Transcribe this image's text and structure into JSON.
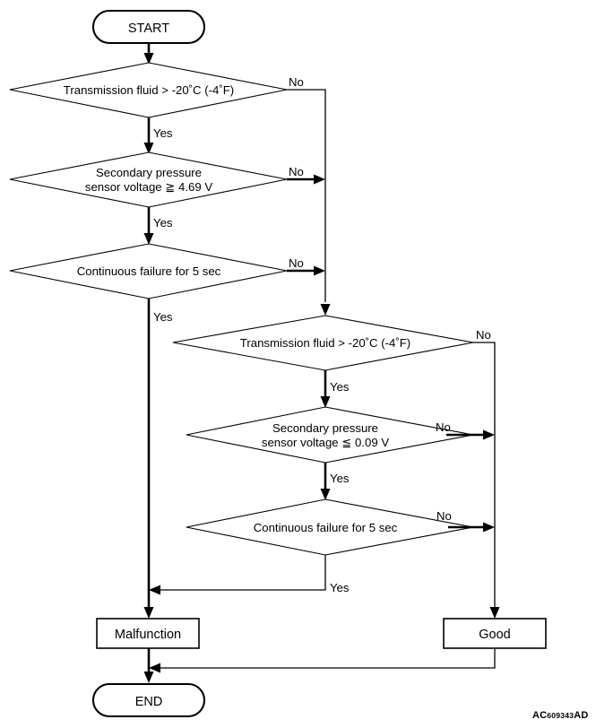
{
  "diagram": {
    "title": "Secondary pressure sensor diagnostic logic flowchart",
    "reference_code_prefix": "AC",
    "reference_code_digits": "609343",
    "reference_code_suffix": "AD",
    "colors": {
      "line": "#000000",
      "background": "#ffffff"
    }
  },
  "nodes": {
    "start": "START",
    "end": "END",
    "malfunction": "Malfunction",
    "good": "Good",
    "d1": "Transmission fluid > -20˚C (-4˚F)",
    "d2_line1": "Secondary pressure",
    "d2_line2": "sensor voltage ≧ 4.69 V",
    "d3": "Continuous failure for 5 sec",
    "d4": "Transmission fluid > -20˚C (-4˚F)",
    "d5_line1": "Secondary pressure",
    "d5_line2": "sensor voltage ≦ 0.09 V",
    "d6": "Continuous failure for 5 sec"
  },
  "edges": {
    "d1_no": "No",
    "d1_yes": "Yes",
    "d2_no": "No",
    "d2_yes": "Yes",
    "d3_no": "No",
    "d3_yes": "Yes",
    "d4_no": "No",
    "d4_yes": "Yes",
    "d5_no": "No",
    "d5_yes": "Yes",
    "d6_no": "No",
    "d6_yes": "Yes"
  }
}
